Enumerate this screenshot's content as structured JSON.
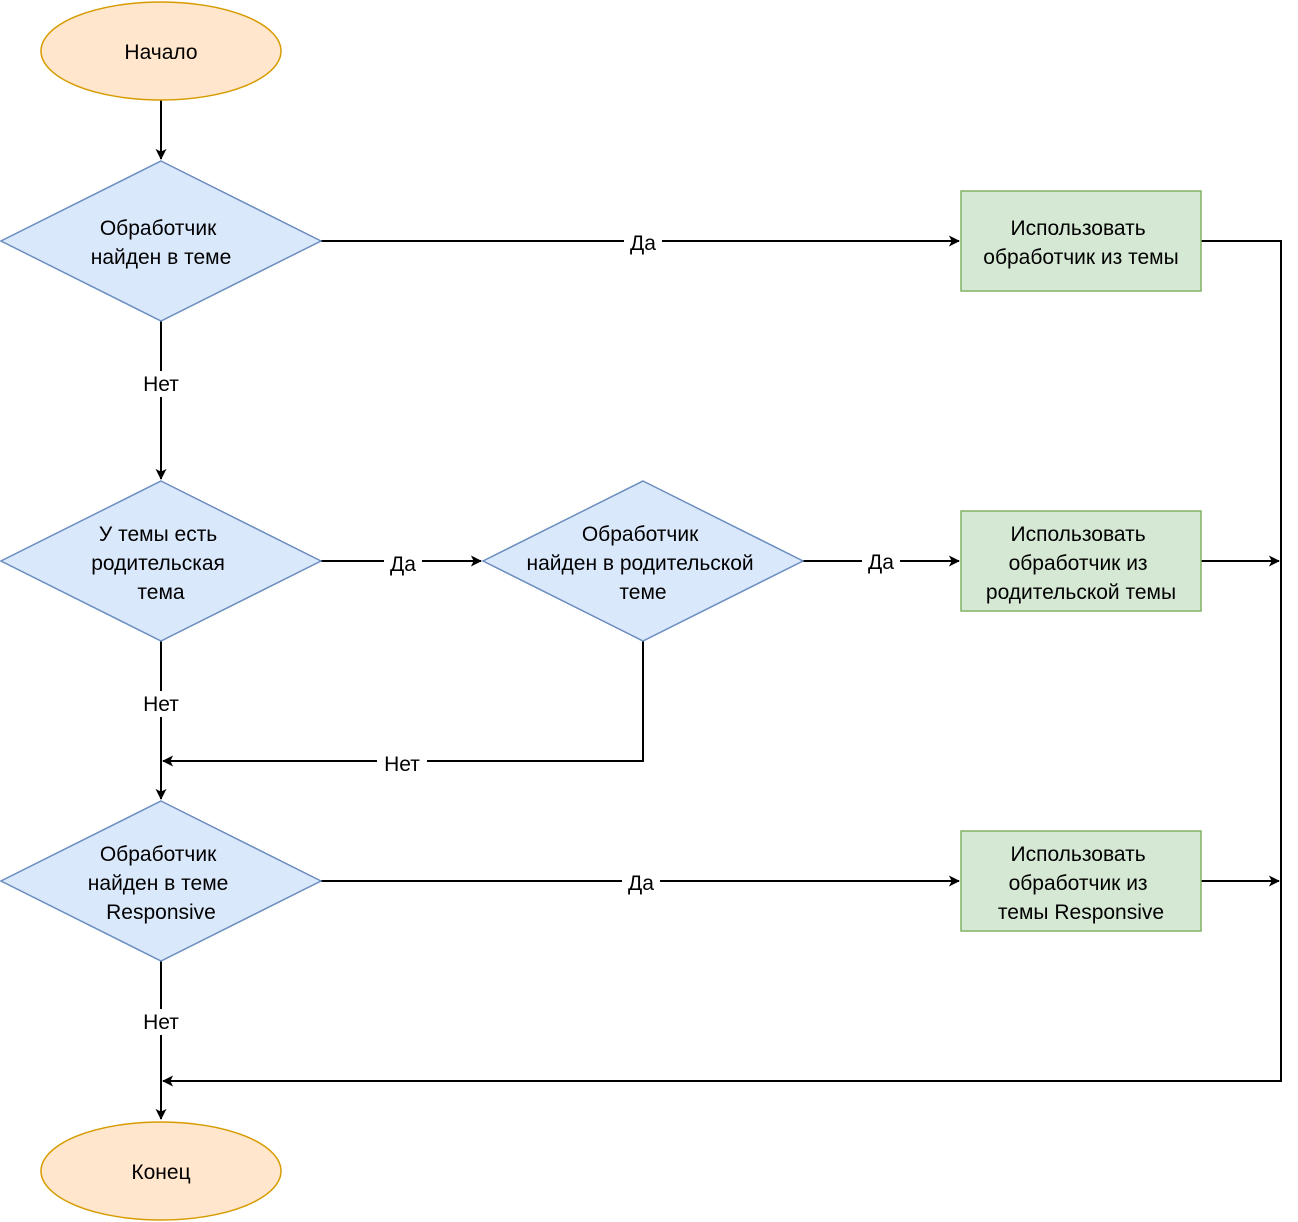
{
  "colors": {
    "terminal_fill": "#ffe6cc",
    "terminal_stroke": "#d79b00",
    "decision_fill": "#dae8fc",
    "decision_stroke": "#6c8ebf",
    "action_fill": "#d5e8d4",
    "action_stroke": "#82b366",
    "edge": "#000000"
  },
  "nodes": {
    "start": {
      "lines": [
        "Начало"
      ]
    },
    "d1": {
      "lines": [
        "Обработчик",
        "найден в теме"
      ]
    },
    "d2": {
      "lines": [
        "У темы есть",
        "родительская",
        "тема"
      ]
    },
    "d3": {
      "lines": [
        "Обработчик",
        "найден в родительской",
        "теме"
      ]
    },
    "d4": {
      "lines": [
        "Обработчик",
        "найден в теме",
        "Responsive"
      ]
    },
    "a1": {
      "lines": [
        "Использовать",
        "обработчик из темы"
      ]
    },
    "a2": {
      "lines": [
        "Использовать",
        "обработчик из",
        "родительской темы"
      ]
    },
    "a3": {
      "lines": [
        "Использовать",
        "обработчик из",
        "темы Responsive"
      ]
    },
    "end": {
      "lines": [
        "Конец"
      ]
    }
  },
  "edges": {
    "d1_yes": "Да",
    "d1_no": "Нет",
    "d2_yes": "Да",
    "d2_no": "Нет",
    "d3_yes": "Да",
    "d3_no": "Нет",
    "d4_yes": "Да",
    "d4_no": "Нет"
  }
}
